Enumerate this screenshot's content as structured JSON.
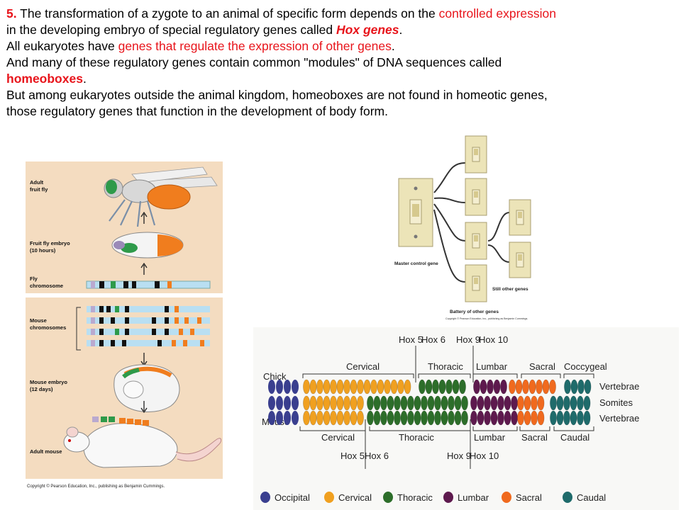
{
  "text": {
    "p1_num": "5.",
    "p1_a": " The transformation of a zygote to an animal of specific form depends on the ",
    "p1_red": "controlled expression",
    "p2_a": " in the developing embryo of special regulatory genes called ",
    "p2_hox": "Hox genes",
    "p2_end": ".",
    "p3_a": "All eukaryotes have ",
    "p3_red": "genes that regulate the expression of other genes",
    "p3_end": ".",
    "p4": "And many of these regulatory genes contain common \"modules\" of DNA sequences called",
    "p5_red": "homeoboxes",
    "p5_end": ".",
    "p6": "But among eukaryotes outside the animal kingdom, homeoboxes are not found in homeotic genes,",
    "p7": "those regulatory genes that function in the development of body form."
  },
  "fly_mouse_figure": {
    "adult_fruit_fly_1": "Adult",
    "adult_fruit_fly_2": "fruit fly",
    "fly_embryo_1": "Fruit fly embryo",
    "fly_embryo_2": "(10 hours)",
    "fly_chromosome_1": "Fly",
    "fly_chromosome_2": "chromosome",
    "mouse_chromosomes_1": "Mouse",
    "mouse_chromosomes_2": "chromosomes",
    "mouse_embryo_1": "Mouse embryo",
    "mouse_embryo_2": "(12 days)",
    "adult_mouse": "Adult mouse",
    "copyright": "Copyright © Pearson Education, Inc., publishing as Benjamin Cummings.",
    "colors": {
      "panel": "#f4dcc0",
      "chromosome": "#b9dff2",
      "orange": "#f07d1e",
      "green": "#2e9a4a"
    }
  },
  "switch_figure": {
    "master": "Master control gene",
    "battery": "Battery of other genes",
    "still_other": "Still other genes",
    "copyright": "Copyright © Pearson Education, Inc., publishing as Benjamin Cummings."
  },
  "hox_figure": {
    "chick": "Chick",
    "mouse": "Mouse",
    "top_hox": [
      "Hox 5",
      "Hox 6",
      "Hox 9",
      "Hox 10"
    ],
    "bottom_hox": [
      "Hox 5",
      "Hox 6",
      "Hox 9",
      "Hox 10"
    ],
    "top_regions": [
      "Cervical",
      "Thoracic",
      "Lumbar",
      "Sacral",
      "Coccygeal"
    ],
    "bottom_regions": [
      "Cervical",
      "Thoracic",
      "Lumbar",
      "Sacral",
      "Caudal"
    ],
    "right_labels": [
      "Vertebrae",
      "Somites",
      "Vertebrae"
    ],
    "legend": [
      {
        "label": "Occipital",
        "color": "#3a3f8f"
      },
      {
        "label": "Cervical",
        "color": "#f0a020"
      },
      {
        "label": "Thoracic",
        "color": "#2d6e2a"
      },
      {
        "label": "Lumbar",
        "color": "#5e1a4e"
      },
      {
        "label": "Sacral",
        "color": "#f06a1e"
      },
      {
        "label": "Caudal",
        "color": "#1f6b6b"
      }
    ]
  }
}
